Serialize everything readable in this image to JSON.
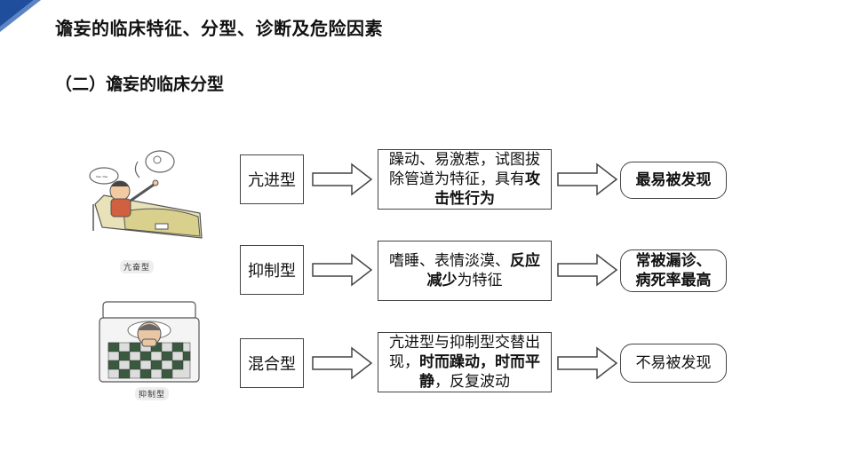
{
  "header": {
    "title": "谵妄的临床特征、分型、诊断及危险因素",
    "accent_color": "#1f4e9c"
  },
  "section": {
    "title": "（二）谵妄的临床分型"
  },
  "illustrations": [
    {
      "icon": "hyperactive-patient-illustration",
      "caption": "亢奋型"
    },
    {
      "icon": "hypoactive-patient-illustration",
      "caption": "抑制型"
    }
  ],
  "rows": [
    {
      "type": "亢进型",
      "desc": [
        {
          "text": "躁动、易激惹，试图拔除管道为特征，具有",
          "bold": false
        },
        {
          "text": "攻击性行为",
          "bold": true
        }
      ],
      "result": "最易被发现",
      "result_bold": true
    },
    {
      "type": "抑制型",
      "desc": [
        {
          "text": "嗜睡、表情淡漠、",
          "bold": false
        },
        {
          "text": "反应减少",
          "bold": true
        },
        {
          "text": "为特征",
          "bold": false
        }
      ],
      "result": "常被漏诊、病死率最高",
      "result_bold": true
    },
    {
      "type": "混合型",
      "desc": [
        {
          "text": "亢进型与抑制型交替出现，",
          "bold": false
        },
        {
          "text": "时而躁动，时而平静",
          "bold": true
        },
        {
          "text": "，反复波动",
          "bold": false
        }
      ],
      "result": "不易被发现",
      "result_bold": false
    }
  ]
}
